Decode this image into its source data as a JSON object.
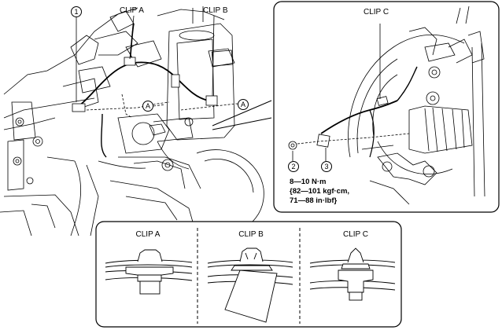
{
  "labels": {
    "clip_a": "CLIP A",
    "clip_b": "CLIP B",
    "clip_c": "CLIP C",
    "callout_1": "1",
    "callout_2": "2",
    "callout_3": "3",
    "ref_a": "A"
  },
  "torque": {
    "line1": "8—10 N·m",
    "line2": "{82—101 kgf·cm,",
    "line3": "71—88 in·lbf}"
  },
  "legend": {
    "clip_a": "CLIP A",
    "clip_b": "CLIP B",
    "clip_c": "CLIP C"
  }
}
